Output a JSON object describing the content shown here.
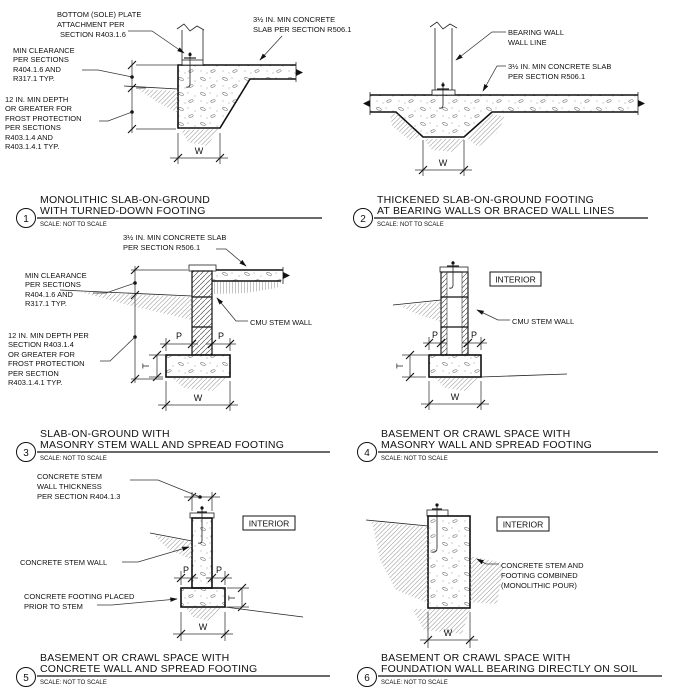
{
  "sheet": {
    "background": "#ffffff",
    "line_color": "#111111"
  },
  "panels": {
    "p1": {
      "number": "1",
      "title": [
        "MONOLITHIC SLAB-ON-GROUND",
        "WITH TURNED-DOWN FOOTING"
      ],
      "scale_note": "SCALE: NOT TO SCALE",
      "labels": {
        "sole_plate": [
          "BOTTOM (SOLE) PLATE",
          "ATTACHMENT PER",
          "SECTION R403.1.6"
        ],
        "slab": [
          "3½ IN. MIN CONCRETE",
          "SLAB PER SECTION R506.1"
        ],
        "clearance": [
          "MIN CLEARANCE",
          "PER SECTIONS",
          "R404.1.6 AND",
          "R317.1 TYP."
        ],
        "frost": [
          "12 IN. MIN DEPTH",
          "OR GREATER FOR",
          "FROST PROTECTION",
          "PER SECTIONS",
          "R403.1.4 AND",
          "R403.1.4.1 TYP."
        ]
      },
      "dims": {
        "w": "W"
      }
    },
    "p2": {
      "number": "2",
      "title": [
        "THICKENED SLAB-ON-GROUND FOOTING",
        "AT BEARING WALLS OR BRACED WALL LINES"
      ],
      "scale_note": "SCALE: NOT TO SCALE",
      "labels": {
        "bearing_wall": [
          "BEARING WALL",
          "WALL LINE"
        ],
        "slab": [
          "3½ IN. MIN CONCRETE SLAB",
          "PER SECTION R506.1"
        ]
      },
      "dims": {
        "w": "W"
      }
    },
    "p3": {
      "number": "3",
      "title": [
        "SLAB-ON-GROUND WITH",
        "MASONRY STEM WALL AND SPREAD FOOTING"
      ],
      "scale_note": "SCALE: NOT TO SCALE",
      "labels": {
        "slab": [
          "3½ IN. MIN CONCRETE SLAB",
          "PER SECTION R506.1"
        ],
        "clearance": [
          "MIN CLEARANCE",
          "PER SECTIONS",
          "R404.1.6 AND",
          "R317.1 TYP."
        ],
        "frost": [
          "12 IN. MIN DEPTH PER",
          "SECTION R403.1.4",
          "OR GREATER FOR",
          "FROST PROTECTION",
          "PER SECTION",
          "R403.1.4.1 TYP."
        ],
        "cmu": "CMU STEM WALL"
      },
      "dims": {
        "w": "W",
        "t": "T",
        "p": "P"
      }
    },
    "p4": {
      "number": "4",
      "title": [
        "BASEMENT OR CRAWL SPACE WITH",
        "MASONRY WALL AND SPREAD FOOTING"
      ],
      "scale_note": "SCALE: NOT TO SCALE",
      "interior": "INTERIOR",
      "labels": {
        "cmu": "CMU STEM WALL"
      },
      "dims": {
        "w": "W",
        "t": "T",
        "p": "P"
      }
    },
    "p5": {
      "number": "5",
      "title": [
        "BASEMENT OR CRAWL SPACE WITH",
        "CONCRETE WALL AND SPREAD FOOTING"
      ],
      "scale_note": "SCALE: NOT TO SCALE",
      "interior": "INTERIOR",
      "labels": {
        "stem_thickness": [
          "CONCRETE STEM",
          "WALL THICKNESS",
          "PER SECTION R404.1.3"
        ],
        "stem_wall": "CONCRETE STEM WALL",
        "footing_first": [
          "CONCRETE FOOTING PLACED",
          "PRIOR TO STEM"
        ]
      },
      "dims": {
        "w": "W",
        "t": "T",
        "p": "P"
      }
    },
    "p6": {
      "number": "6",
      "title": [
        "BASEMENT OR CRAWL SPACE WITH",
        "FOUNDATION WALL BEARING DIRECTLY ON SOIL"
      ],
      "scale_note": "SCALE: NOT TO SCALE",
      "interior": "INTERIOR",
      "labels": {
        "combined": [
          "CONCRETE STEM AND",
          "FOOTING COMBINED",
          "(MONOLITHIC POUR)"
        ]
      },
      "dims": {
        "w": "W"
      }
    }
  }
}
